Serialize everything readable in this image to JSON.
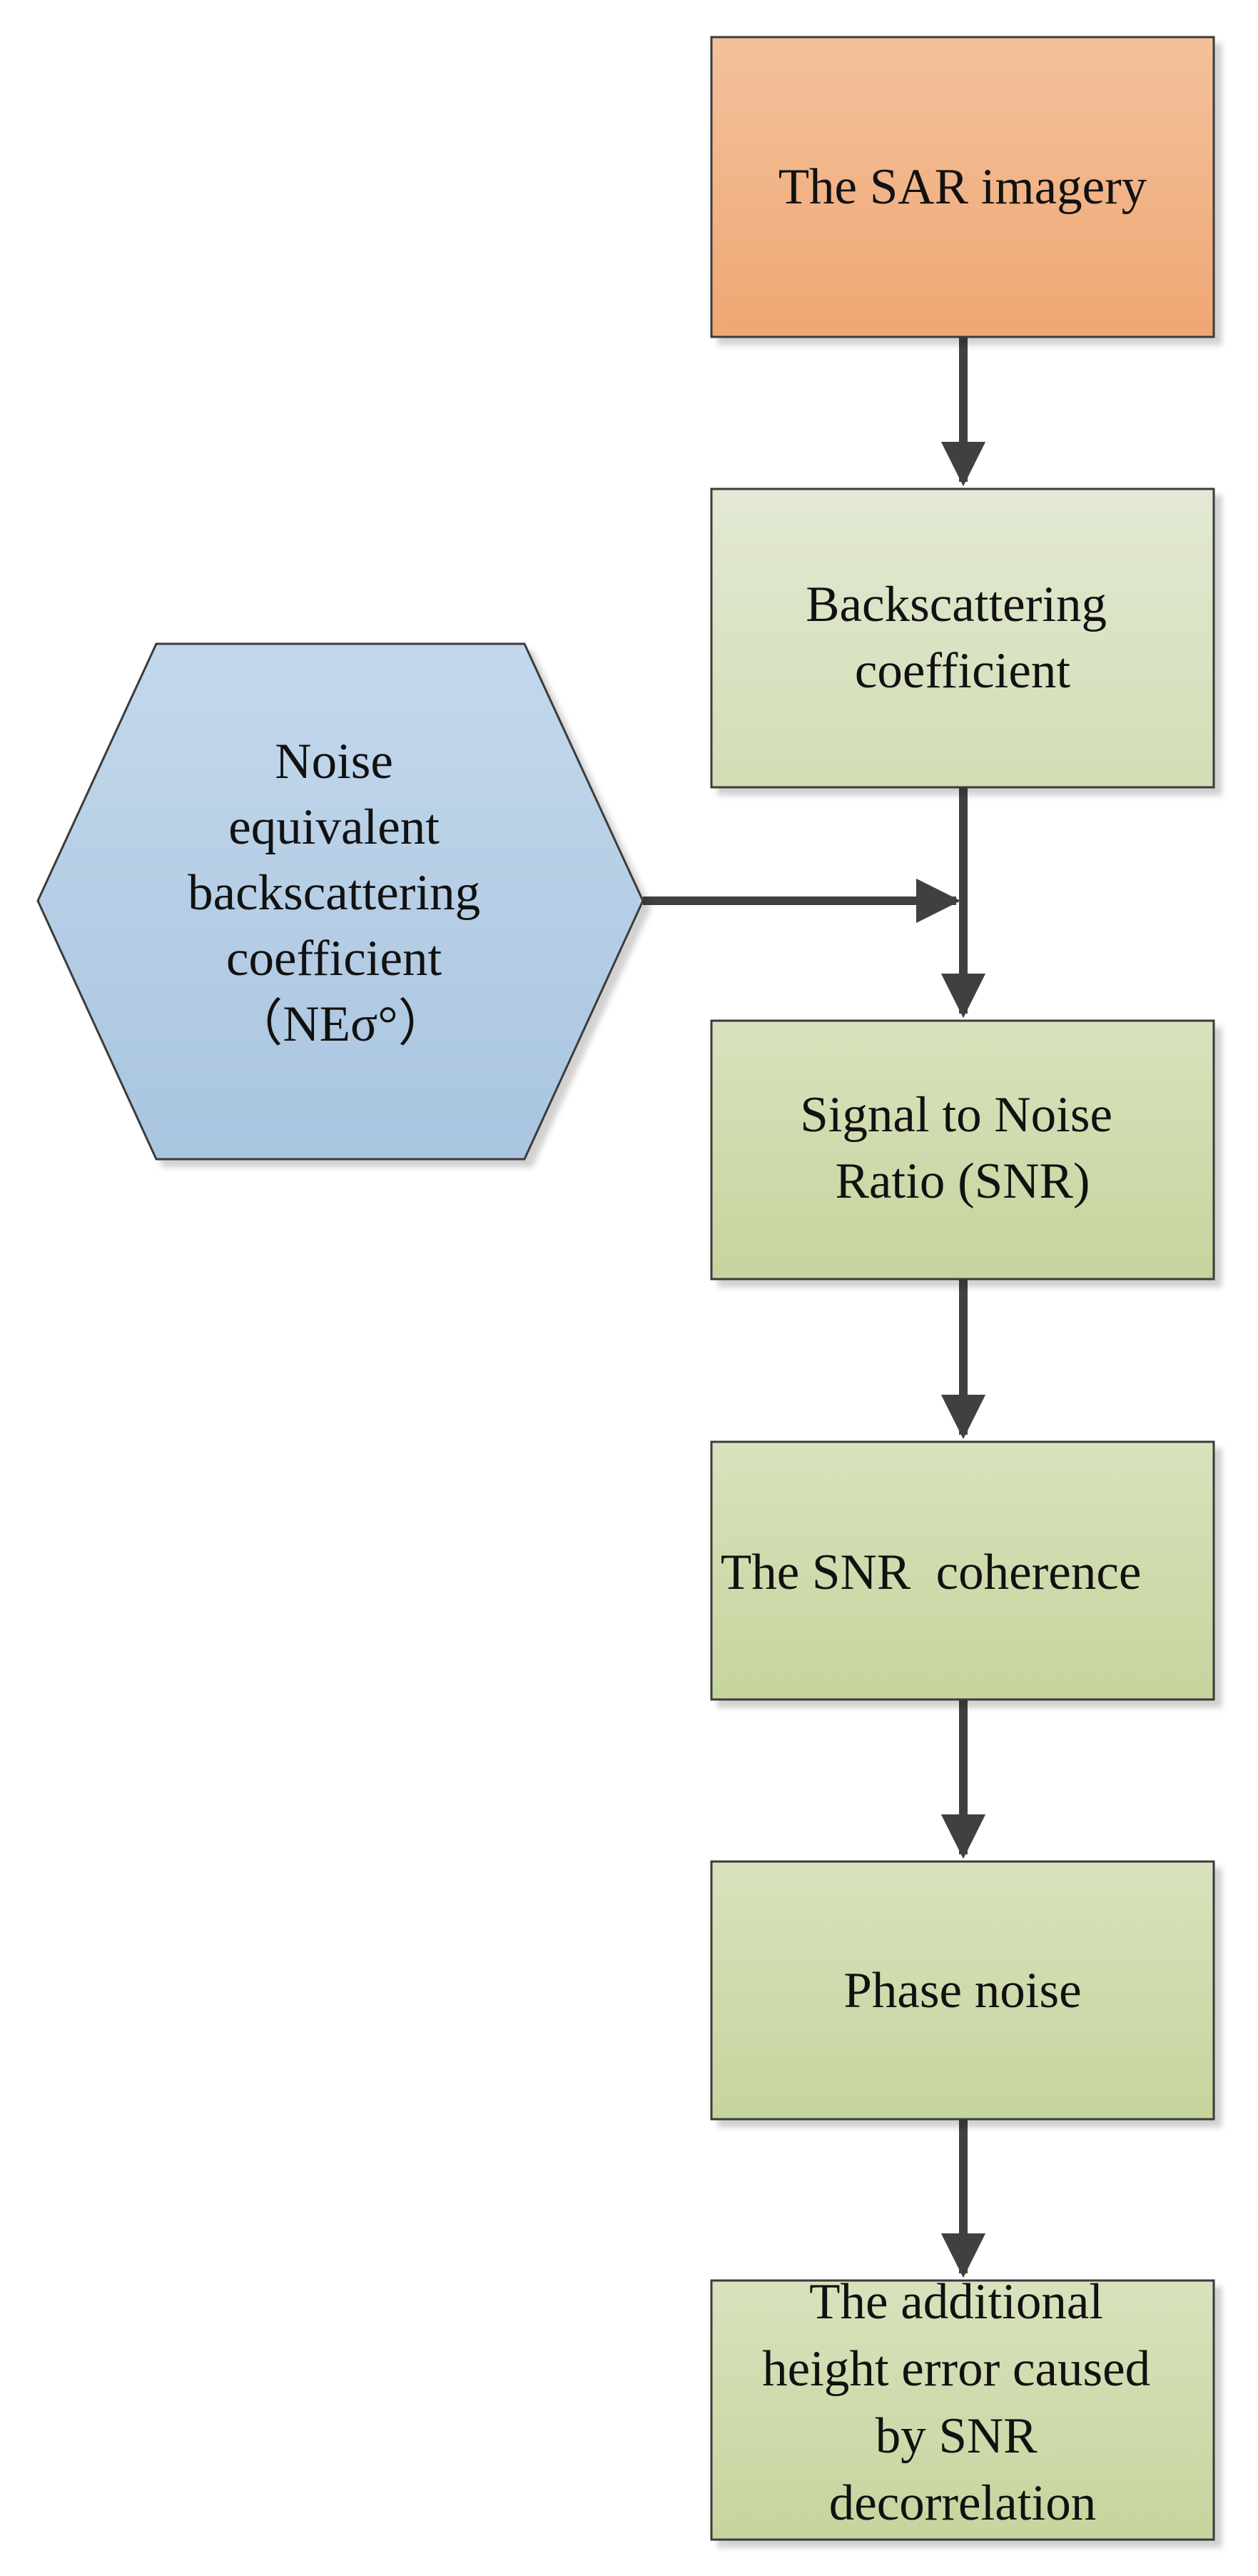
{
  "nodes": {
    "sar_imagery": {
      "lines": [
        "The SAR imagery"
      ]
    },
    "backscattering": {
      "lines": [
        "Backscattering",
        "coefficient"
      ]
    },
    "nesz": {
      "lines": [
        "Noise",
        "equivalent",
        "backscattering",
        "coefficient",
        "（NEσ°）"
      ]
    },
    "snr": {
      "lines": [
        "Signal to Noise",
        "Ratio (SNR)"
      ]
    },
    "snr_coherence": {
      "lines": [
        "The SNR  coherence"
      ]
    },
    "phase_noise": {
      "lines": [
        "Phase noise"
      ]
    },
    "height_error": {
      "lines": [
        "The additional",
        "height error caused",
        "by SNR",
        "decorrelation"
      ]
    }
  },
  "colors": {
    "sar_imagery": "#f1a978",
    "backscattering": "#dbe3c6",
    "nesz": "#b4cde4",
    "process": "#cdd9a8",
    "arrow": "#404040",
    "border": "#3a3a3a"
  }
}
